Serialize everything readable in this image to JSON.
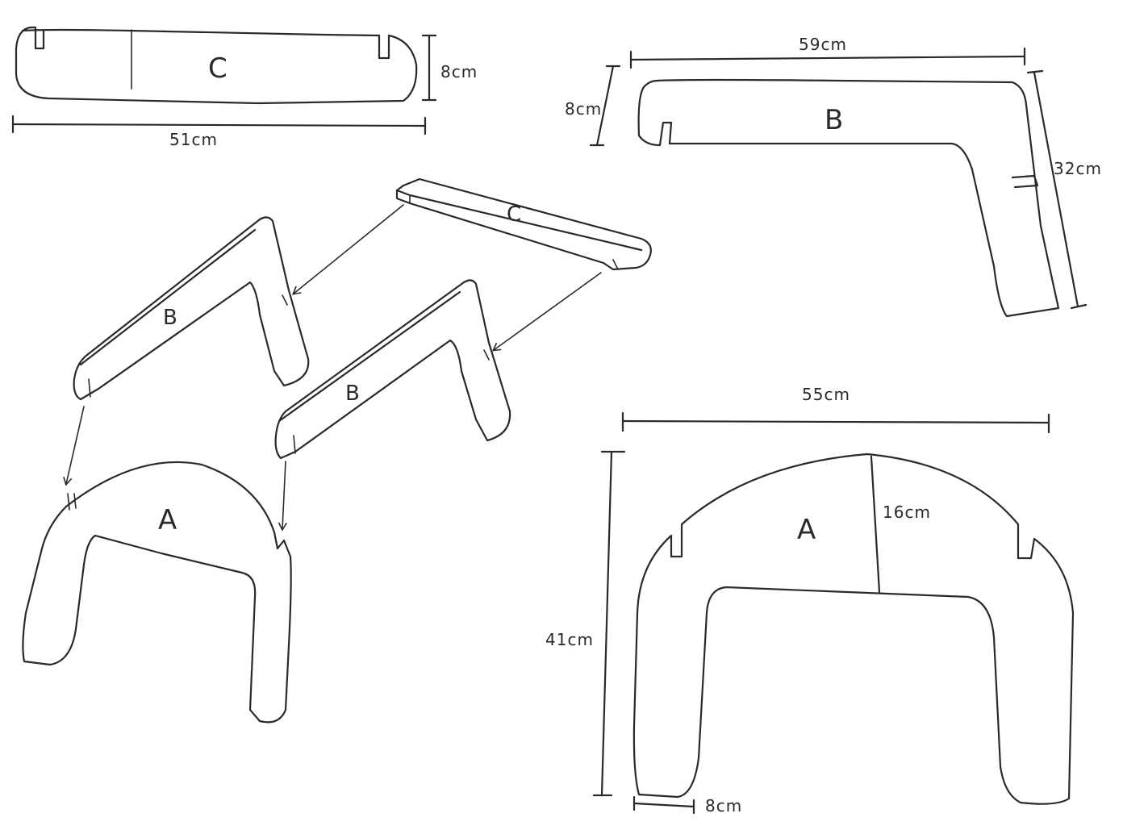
{
  "labels": {
    "c_part": "C",
    "b_part": "B",
    "a_part": "A",
    "c_iso": "C",
    "b_iso_left": "B",
    "b_iso_right": "B",
    "a_iso": "A"
  },
  "dimensions": {
    "c_length": "51cm",
    "c_height": "8cm",
    "b_length": "59cm",
    "b_width": "8cm",
    "b_height": "32cm",
    "a_width": "55cm",
    "a_height": "41cm",
    "a_arch": "16cm",
    "a_leg": "8cm"
  },
  "colors": {
    "ink": "#2a2a2a",
    "paper": "#ffffff"
  }
}
